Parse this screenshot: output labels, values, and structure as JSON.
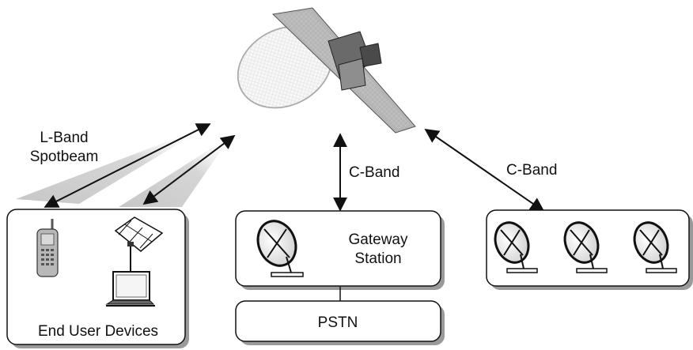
{
  "labels": {
    "lband": [
      "L-Band",
      "Spotbeam"
    ],
    "cband_gateway": "C-Band",
    "cband_right": "C-Band",
    "gateway": [
      "Gateway",
      "Station"
    ],
    "pstn": "PSTN",
    "end_user": "End User Devices"
  },
  "icons": {
    "satellite": "satellite-icon",
    "cell_phone": "cell-phone-icon",
    "terminal_antenna": "flat-panel-antenna-icon",
    "laptop": "laptop-icon",
    "dish": "satellite-dish-icon"
  },
  "colors": {
    "stroke": "#111111",
    "box_shadow": "#9a9a9a",
    "beam": "#d8d8d8"
  }
}
